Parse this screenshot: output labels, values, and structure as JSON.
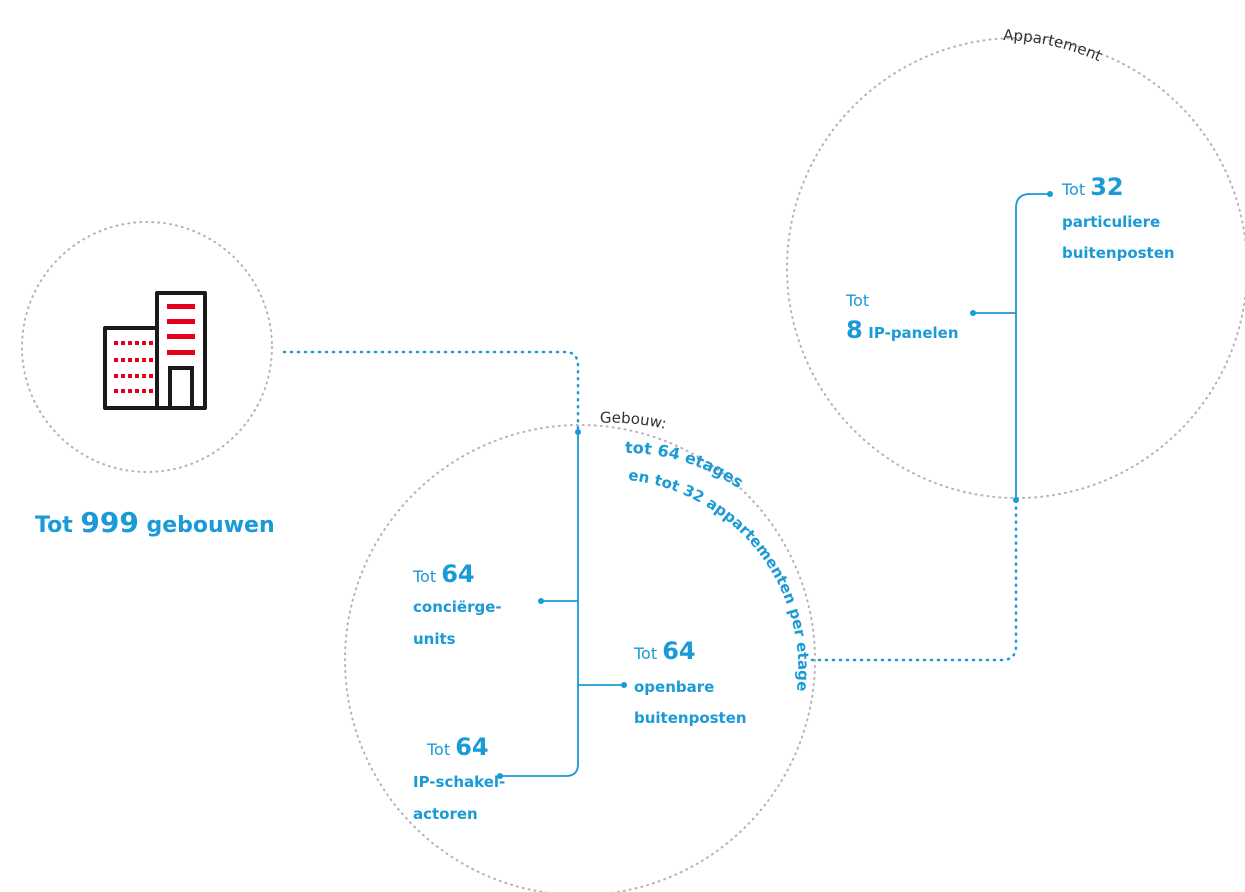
{
  "colors": {
    "accent": "#1a9ad6",
    "icon_red": "#e2001a",
    "icon_black": "#1a1a1a",
    "circle_outline": "#b3b3b3"
  },
  "icons": {
    "building": "building-icon"
  },
  "buildings": {
    "prefix": "Tot",
    "number": "999",
    "suffix": "gebouwen"
  },
  "building_circle": {
    "label_prefix": "Gebouw:",
    "arc_line1": "tot 64 etages",
    "arc_line2": "en tot 32 appartementen per etage",
    "items": [
      {
        "prefix": "Tot",
        "number": "64",
        "line1": "conciërge-",
        "line2": "units"
      },
      {
        "prefix": "Tot",
        "number": "64",
        "line1": "openbare",
        "line2": "buitenposten"
      },
      {
        "prefix": "Tot",
        "number": "64",
        "line1": "IP-schakel-",
        "line2": "actoren"
      }
    ]
  },
  "apartment_circle": {
    "label": "Appartement",
    "panels": {
      "prefix": "Tot",
      "number": "8",
      "label": "IP-panelen"
    },
    "outdoor": {
      "prefix": "Tot",
      "number": "32",
      "line1": "particuliere",
      "line2": "buitenposten"
    }
  }
}
